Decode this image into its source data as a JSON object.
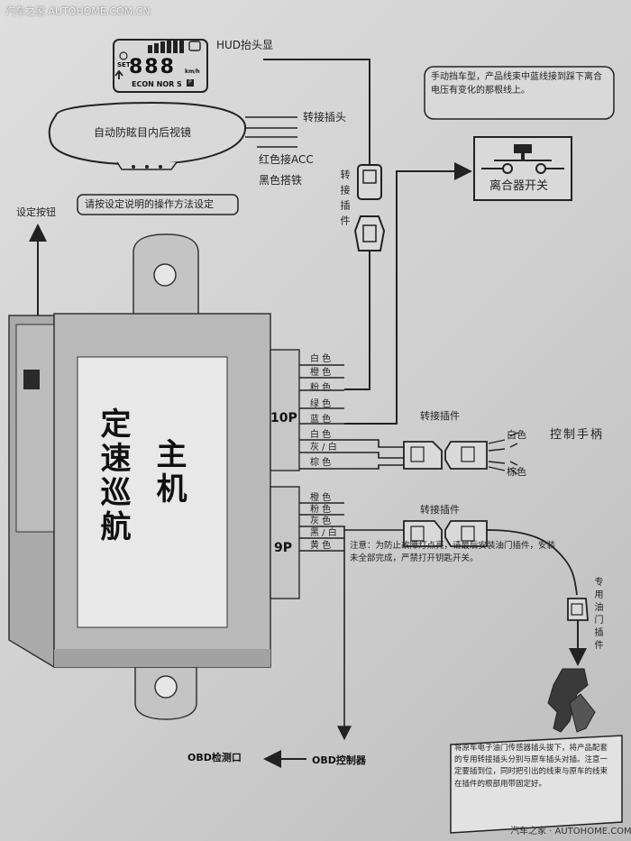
{
  "watermarks": {
    "top_left": "汽车之家 AUTOHOME.COM.CN",
    "bottom_right": "汽车之家 · AUTOHOME.COM.CN"
  },
  "hud": {
    "label": "HUD抬头显",
    "digits": "888",
    "set": "SET",
    "modes": "ECON NOR S",
    "unit": "km/h",
    "p": "P"
  },
  "mirror": {
    "label": "自动防眩目内后视镜",
    "connector_label": "转接插头",
    "red_wire": "红色接ACC",
    "black_wire": "黑色搭铁"
  },
  "instruction_box": "请按设定说明的操作方法设定",
  "set_button_label": "设定按钮",
  "adapter_vertical": "转接插件",
  "manual_note": "手动挡车型，产品线束中蓝线接到踩下离合电压有变化的那根线上。",
  "clutch_switch": "离合器开关",
  "main_unit": {
    "title_line1": "定速巡航",
    "title_line2": "主机"
  },
  "connector_10p": {
    "name": "10P",
    "wires": [
      "白 色",
      "橙 色",
      "粉 色",
      "绿 色",
      "蓝 色",
      "白 色",
      "灰 / 白",
      "棕 色"
    ]
  },
  "connector_9p": {
    "name": "9P",
    "wires": [
      "橙 色",
      "粉 色",
      "灰 色",
      "黑 / 白",
      "黄 色"
    ]
  },
  "adapter_upper": "转接插件",
  "adapter_lower": "转接插件",
  "control_handle": {
    "label": "控制手柄",
    "white": "白色",
    "brown": "棕色"
  },
  "warning": "注意：为防止故障灯点亮，请最后安装油门插件，安装未全部完成，严禁打开钥匙开关。",
  "throttle_vertical": "专用油门插件",
  "obd_port": "OBD检测口",
  "obd_controller": "OBD控制器",
  "bottom_note": "将原车电子油门传感器插头拔下，将产品配套的专用转接插头分别与原车插头对插。注意一定要插到位，同时把引出的线束与原车的线束在插件的根部用带固定好。"
}
